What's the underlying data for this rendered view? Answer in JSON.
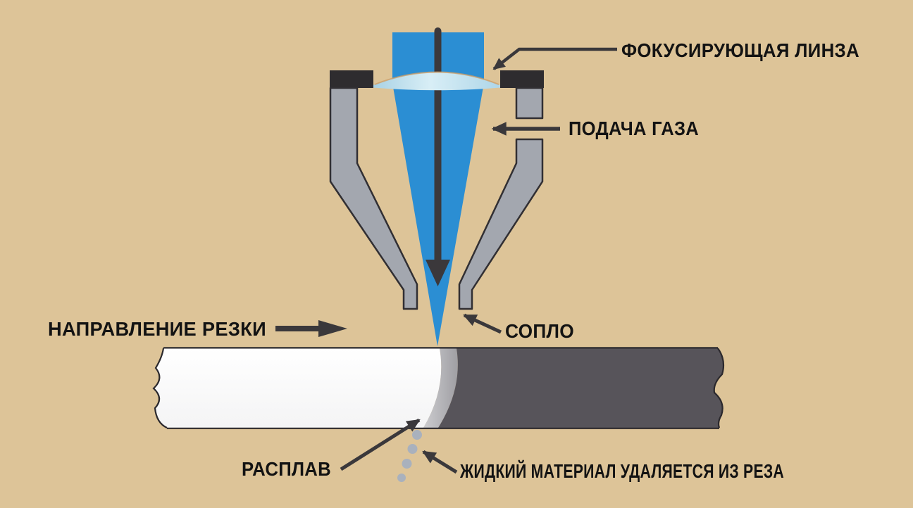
{
  "diagram": {
    "subject": "laser-cutting-process-schematic",
    "labels": {
      "focusing_lens": "ФОКУСИРУЮЩАЯ ЛИНЗА",
      "gas_supply": "ПОДАЧА ГАЗА",
      "nozzle": "СОПЛО",
      "cutting_direction": "НАПРАВЛЕНИЕ РЕЗКИ",
      "melt": "РАСПЛАВ",
      "liquid_material": "ЖИДКИЙ МАТЕРИАЛ УДАЛЯЕТСЯ ИЗ РЕЗА"
    },
    "colors": {
      "background": "#ddc498",
      "laser_beam_blue": "#2b8ed3",
      "lens_light_blue": "#d8eef6",
      "lens_edge_blue": "#a9d2e5",
      "nozzle_gray": "#a3a7af",
      "clamp_dark": "#2e2c2f",
      "outline_dark": "#312f33",
      "arrow_dark": "#3a383b",
      "workpiece_white": "#fcfcfc",
      "workpiece_dark": "#57545a",
      "melt_light": "#cfcfd2",
      "melt_dark": "#98979c",
      "droplet_gray": "#a9b1bd",
      "text_color": "#131313"
    }
  }
}
